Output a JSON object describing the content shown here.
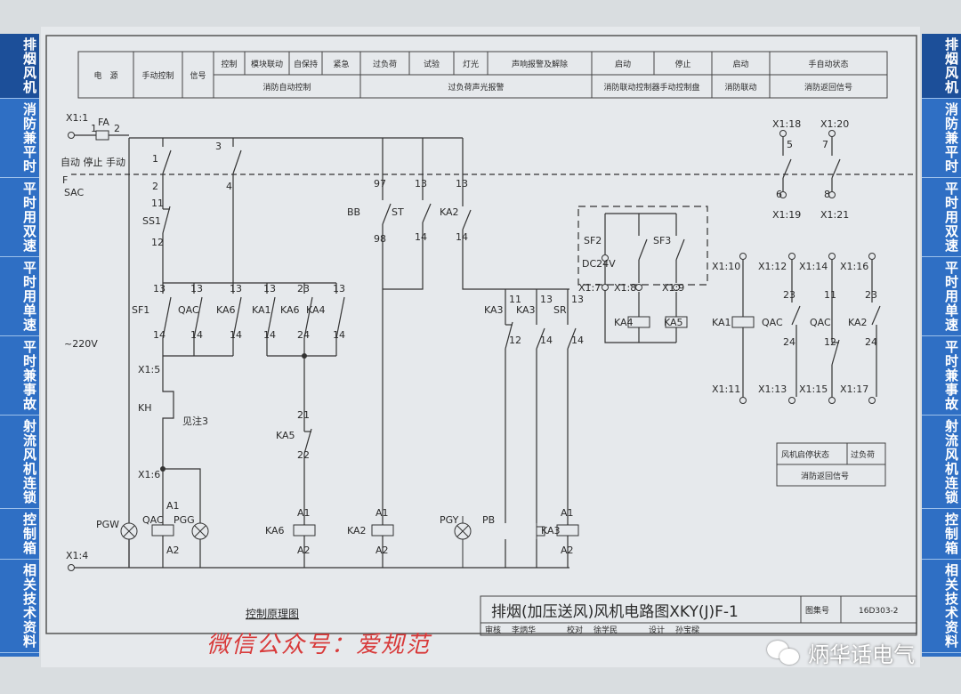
{
  "sidebar": {
    "items": [
      "排烟风机",
      "消防兼平时",
      "平时用双速",
      "平时用单速",
      "平时兼事故",
      "射流风机连锁",
      "控制箱",
      "相关技术资料"
    ]
  },
  "header_table": {
    "row1": [
      "电　源",
      "手动控制",
      "信号",
      "控制",
      "模块联动",
      "自保持",
      "紧急",
      "过负荷",
      "试验",
      "灯光",
      "声响报警及解除",
      "启动",
      "停止",
      "启动",
      "手自动状态"
    ],
    "row2": [
      "消防自动控制",
      "过负荷声光报警",
      "消防联动控制器手动控制盘",
      "消防联动",
      "消防返回信号"
    ]
  },
  "labels": {
    "x1_1": "X1:1",
    "fa": "FA",
    "fa1": "1",
    "fa2": "2",
    "sac_modes": "自动 停止 手动",
    "f": "F",
    "sac": "SAC",
    "n1": "1",
    "n2": "2",
    "n3": "3",
    "n4": "4",
    "ss1": "SS1",
    "n11": "11",
    "n12": "12",
    "sf1": "SF1",
    "qac": "QAC",
    "ka6": "KA6",
    "ka1": "KA1",
    "ka4": "KA4",
    "n13": "13",
    "n14": "14",
    "n23": "23",
    "n24": "24",
    "v220": "~220V",
    "x1_5": "X1:5",
    "kh": "KH",
    "note3": "见注3",
    "x1_6": "X1:6",
    "ka5": "KA5",
    "n21": "21",
    "n22": "22",
    "n97": "97",
    "n98": "98",
    "bb": "BB",
    "st": "ST",
    "ka2": "KA2",
    "ka3": "KA3",
    "sr": "SR",
    "pgw": "PGW",
    "pgg": "PGG",
    "pgy": "PGY",
    "pb": "PB",
    "a1": "A1",
    "a2": "A2",
    "x1_4": "X1:4",
    "sf2": "SF2",
    "sf3": "SF3",
    "dc24": "DC24V",
    "x1_7": "X1:7",
    "x1_8": "X1:8",
    "x1_9": "X1:9",
    "x1_10": "X1:10",
    "x1_11": "X1:11",
    "x1_12": "X1:12",
    "x1_13": "X1:13",
    "x1_14": "X1:14",
    "x1_15": "X1:15",
    "x1_16": "X1:16",
    "x1_17": "X1:17",
    "x1_18": "X1:18",
    "x1_19": "X1:19",
    "x1_20": "X1:20",
    "x1_21": "X1:21",
    "n5": "5",
    "n6": "6",
    "n7": "7",
    "n8": "8"
  },
  "status_table": {
    "c1": "风机启停状态",
    "c2": "过负荷",
    "c3": "消防返回信号"
  },
  "caption": "控制原理图",
  "title_block": {
    "title": "排烟(加压送风)风机电路图XKY(J)F-1",
    "atlas_label": "图集号",
    "atlas_no": "16D303-2",
    "signatures": [
      "审核",
      "李炳华",
      "校对",
      "徐学民",
      "设计",
      "孙宝樑"
    ]
  },
  "watermark": "微信公众号：爱规范",
  "brand": "炳华话电气",
  "colors": {
    "sidebar": "#2f6fc4",
    "watermark": "#d83a3a",
    "line": "#333333"
  }
}
